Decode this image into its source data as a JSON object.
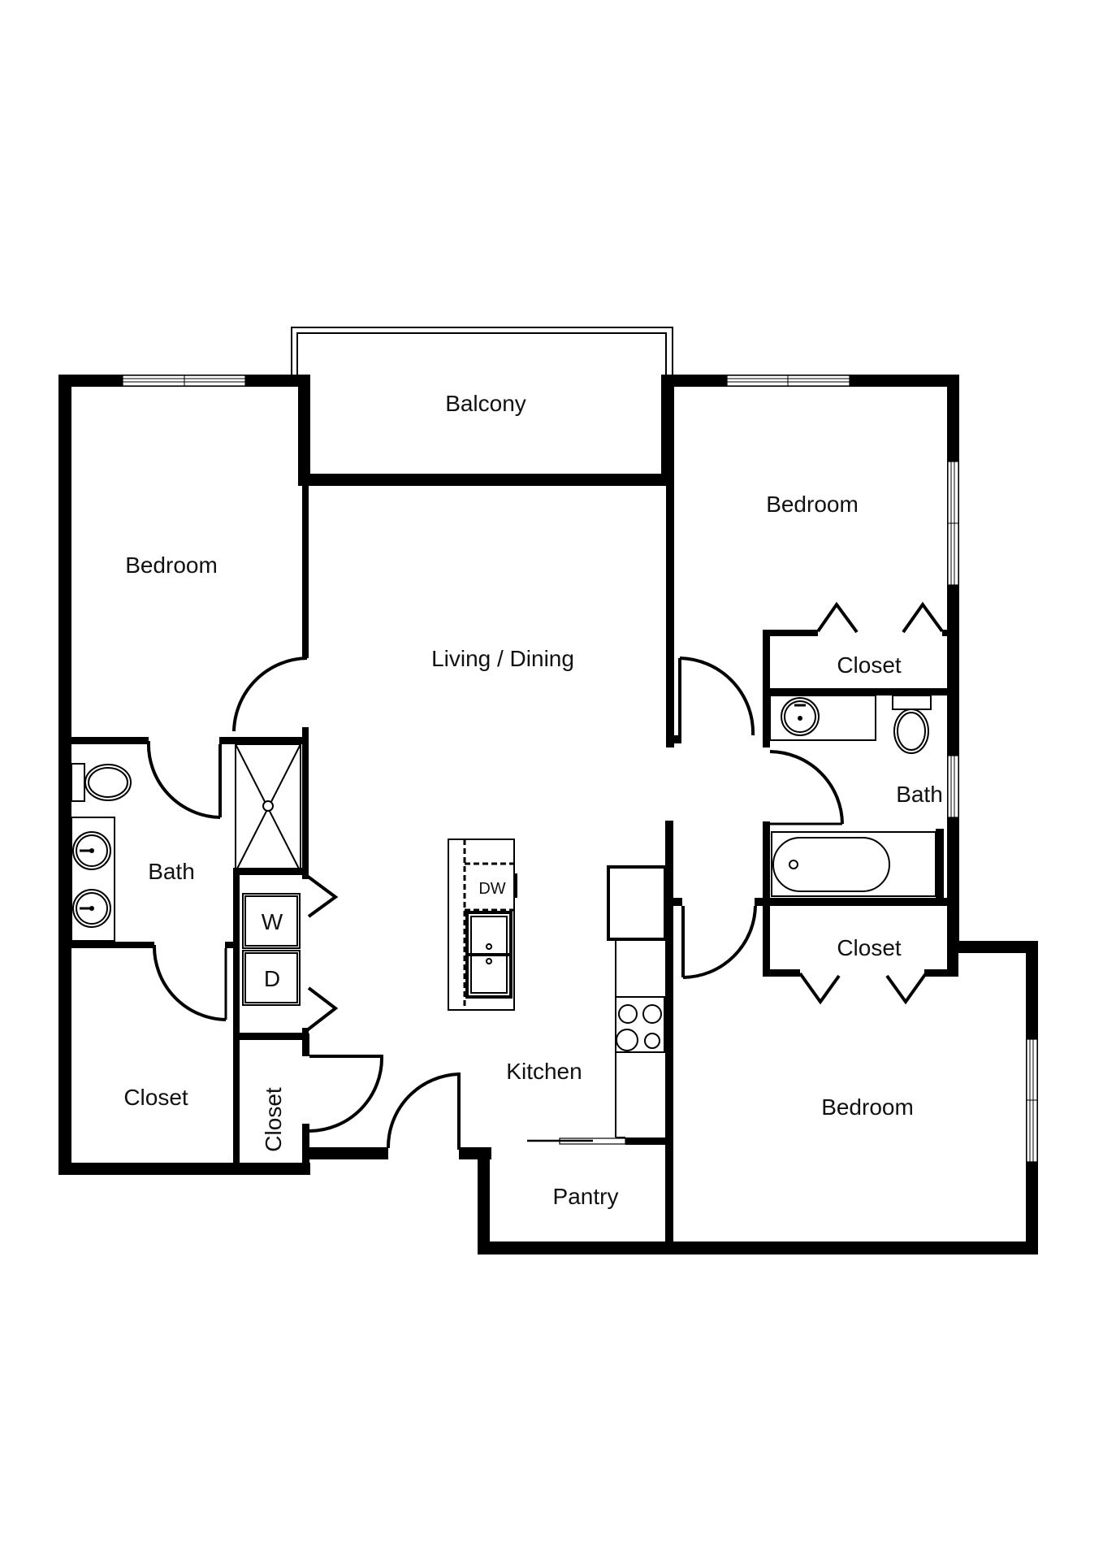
{
  "floorplan": {
    "rooms": [
      {
        "id": "balcony",
        "label": "Balcony"
      },
      {
        "id": "bedroom-left",
        "label": "Bedroom"
      },
      {
        "id": "living-dining",
        "label": "Living / Dining"
      },
      {
        "id": "bedroom-top-right",
        "label": "Bedroom"
      },
      {
        "id": "closet-top-right",
        "label": "Closet"
      },
      {
        "id": "bath-right",
        "label": "Bath"
      },
      {
        "id": "bath-left",
        "label": "Bath"
      },
      {
        "id": "closet-right-lower",
        "label": "Closet"
      },
      {
        "id": "bedroom-bottom-right",
        "label": "Bedroom"
      },
      {
        "id": "kitchen",
        "label": "Kitchen"
      },
      {
        "id": "closet-left",
        "label": "Closet"
      },
      {
        "id": "closet-hall",
        "label": "Closet"
      },
      {
        "id": "pantry",
        "label": "Pantry"
      }
    ],
    "appliances": {
      "dishwasher": "DW",
      "washer": "W",
      "dryer": "D"
    },
    "colors": {
      "wall": "#000000",
      "background": "#ffffff",
      "text": "#111111"
    }
  }
}
